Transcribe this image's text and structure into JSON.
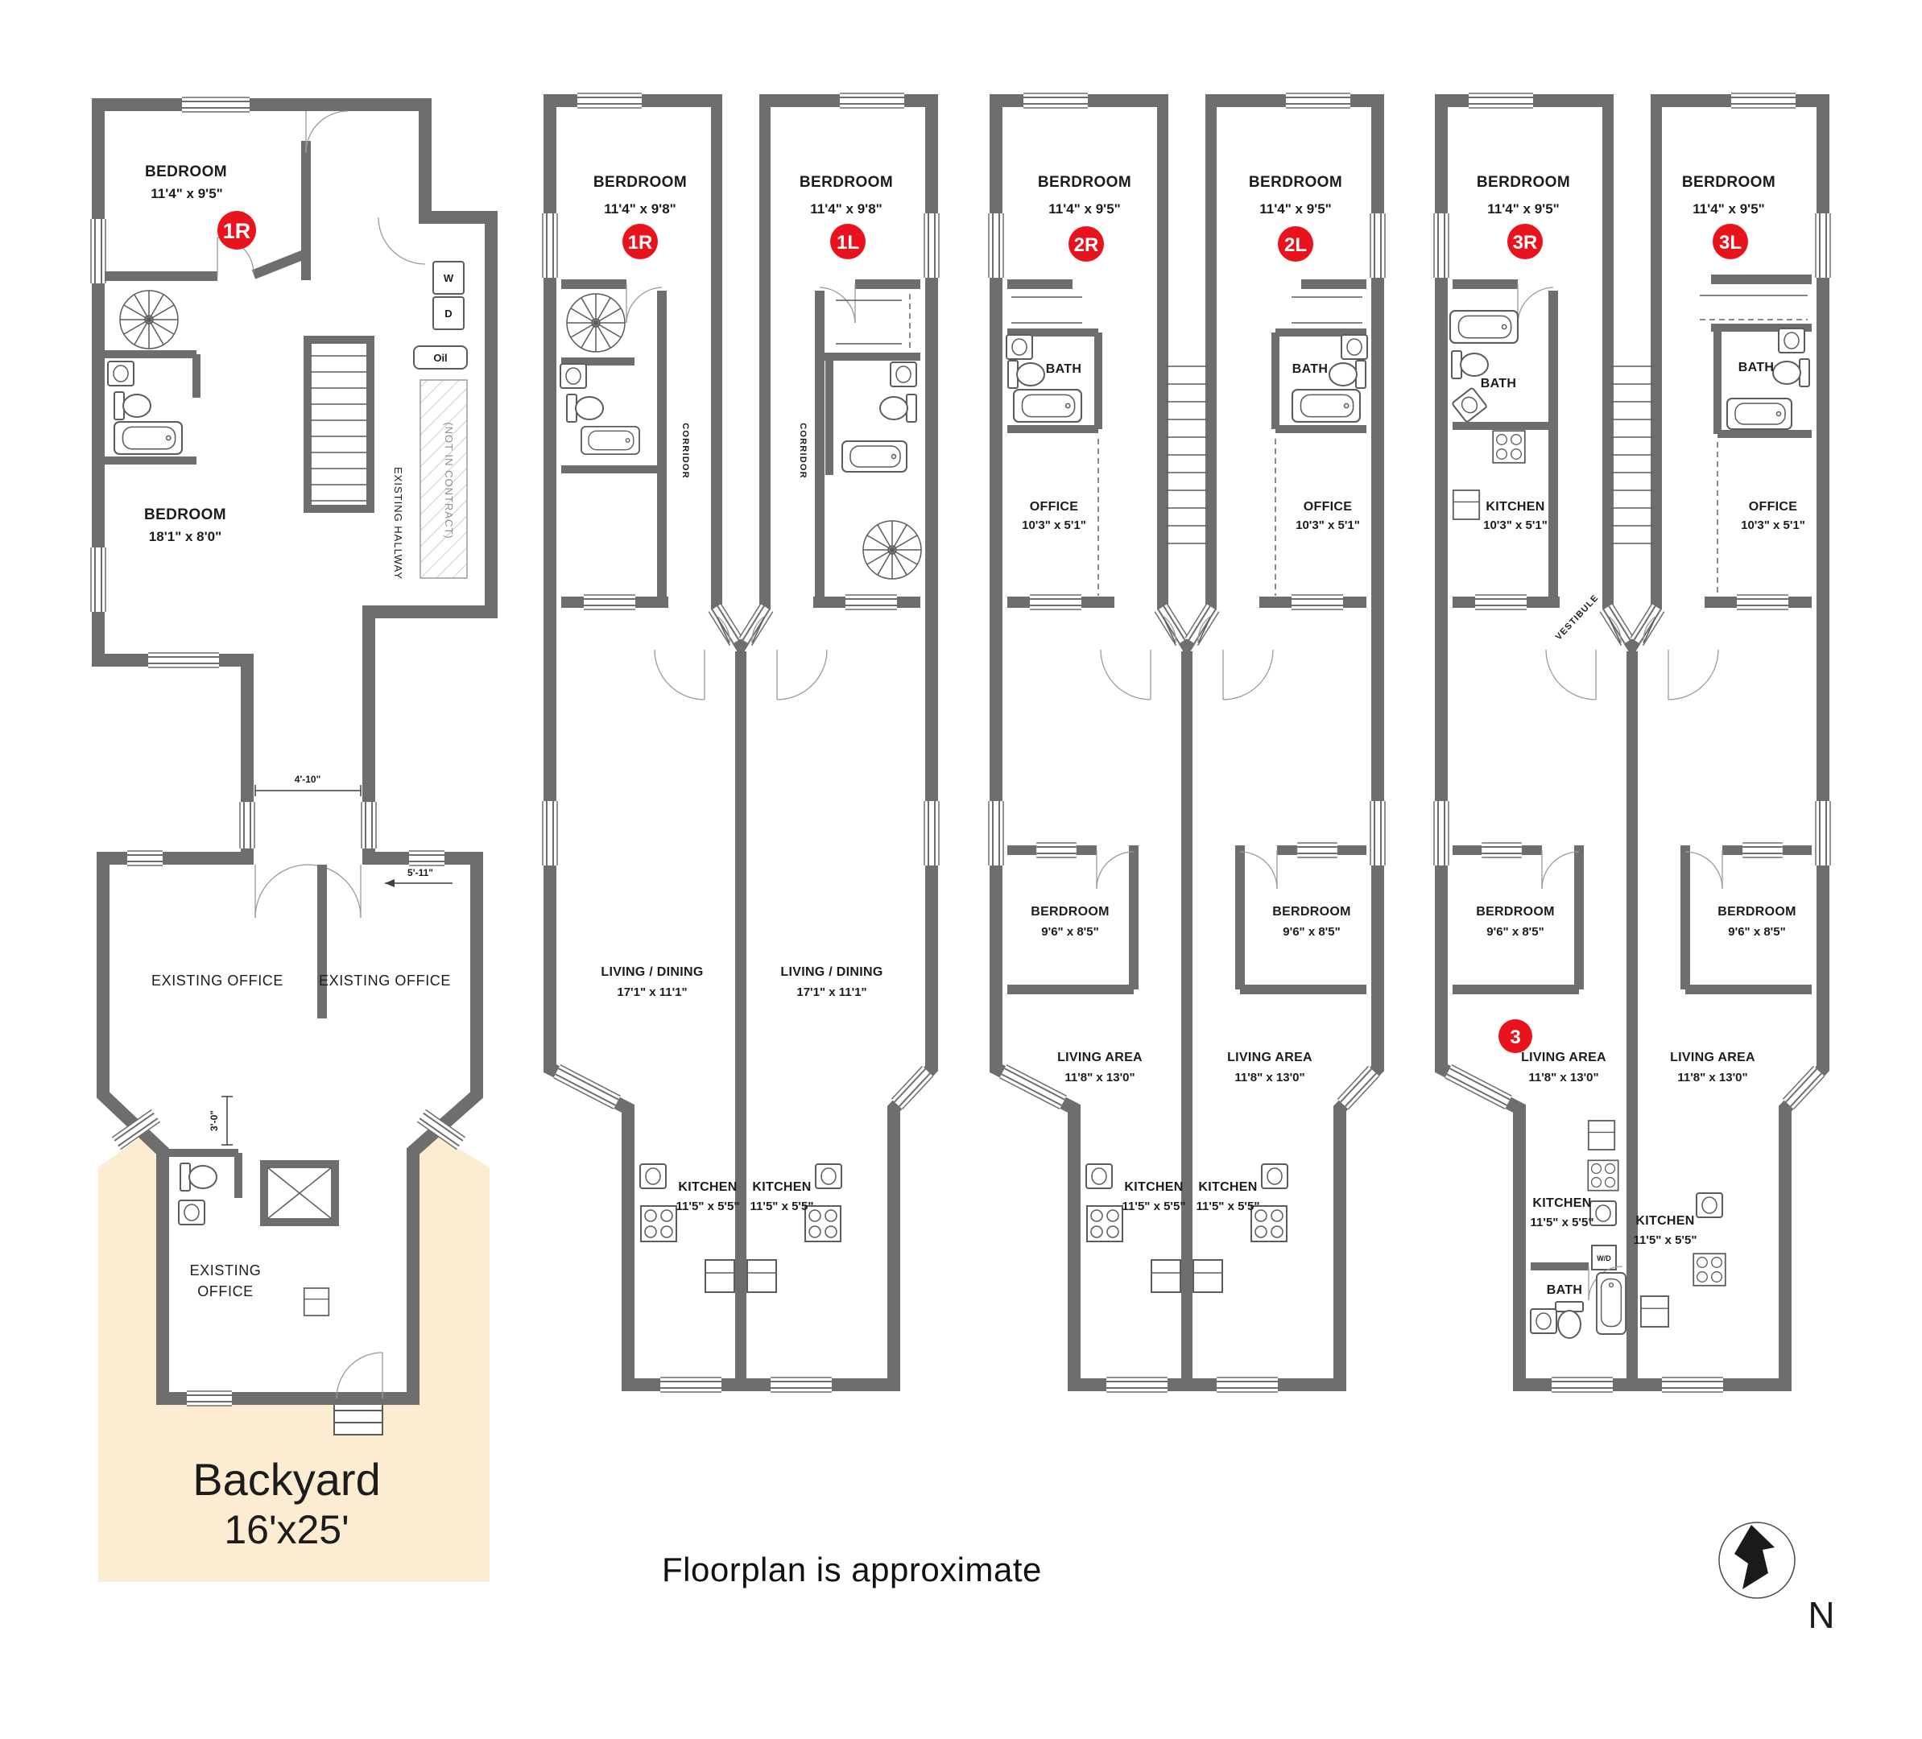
{
  "footnote": "Floorplan is approximate",
  "compass_n": "N",
  "colors": {
    "wall": "#6e6e6e",
    "badge": "#e8131d",
    "backyard": "#fcecd2"
  },
  "ground": {
    "badge": "1R",
    "bedroom1": "BEDROOM",
    "bedroom1_dims": "11'4\" x 9'5\"",
    "bedroom2": "BEDROOM",
    "bedroom2_dims": "18'1\" x 8'0\"",
    "hallway": "EXISTING HALLWAY",
    "not_in_contract": "(NOT IN CONTRACT)",
    "washer": "W",
    "dryer": "D",
    "oil": "Oil",
    "dim_passage": "4'-10\"",
    "dim_right": "5'-11\"",
    "dim_bath": "3'-0\"",
    "office_left": "EXISTING OFFICE",
    "office_right": "EXISTING OFFICE",
    "office_rear_1": "EXISTING",
    "office_rear_2": "OFFICE",
    "backyard_title": "Backyard",
    "backyard_size": "16'x25'"
  },
  "f1": {
    "left": {
      "badge": "1R",
      "bedroom": "BERDROOM",
      "bedroom_dims": "11'4\" x 9'8\"",
      "corridor": "CORRIDOR",
      "living": "LIVING / DINING",
      "living_dims": "17'1\" x 11'1\"",
      "kitchen": "KITCHEN",
      "kitchen_dims": "11'5\" x 5'5\""
    },
    "right": {
      "badge": "1L",
      "bedroom": "BERDROOM",
      "bedroom_dims": "11'4\" x 9'8\"",
      "corridor": "CORRIDOR",
      "living": "LIVING / DINING",
      "living_dims": "17'1\" x 11'1\"",
      "kitchen": "KITCHEN",
      "kitchen_dims": "11'5\" x 5'5\""
    }
  },
  "f2": {
    "left": {
      "badge": "2R",
      "bedroom": "BERDROOM",
      "bedroom_dims": "11'4\" x 9'5\"",
      "bath": "BATH",
      "office": "OFFICE",
      "office_dims": "10'3\" x 5'1\"",
      "bedroom2": "BERDROOM",
      "bedroom2_dims": "9'6\" x 8'5\"",
      "living": "LIVING AREA",
      "living_dims": "11'8\" x 13'0\"",
      "kitchen": "KITCHEN",
      "kitchen_dims": "11'5\" x 5'5\""
    },
    "right": {
      "badge": "2L",
      "bedroom": "BERDROOM",
      "bedroom_dims": "11'4\" x 9'5\"",
      "bath": "BATH",
      "office": "OFFICE",
      "office_dims": "10'3\" x 5'1\"",
      "bedroom2": "BERDROOM",
      "bedroom2_dims": "9'6\" x 8'5\"",
      "living": "LIVING AREA",
      "living_dims": "11'8\" x 13'0\"",
      "kitchen": "KITCHEN",
      "kitchen_dims": "11'5\" x 5'5\""
    }
  },
  "f3": {
    "vestibule": "VESTIBULE",
    "left": {
      "badge": "3R",
      "bedroom": "BERDROOM",
      "bedroom_dims": "11'4\" x 9'5\"",
      "bath": "BATH",
      "kitchen_upper": "KITCHEN",
      "kitchen_upper_dims": "10'3\" x 5'1\"",
      "bedroom2": "BERDROOM",
      "bedroom2_dims": "9'6\" x 8'5\"",
      "living_badge": "3",
      "living": "LIVING AREA",
      "living_dims": "11'8\" x 13'0\"",
      "kitchen": "KITCHEN",
      "kitchen_dims": "11'5\" x 5'5\"",
      "bath_lower": "BATH",
      "wd": "W/D"
    },
    "right": {
      "badge": "3L",
      "bedroom": "BERDROOM",
      "bedroom_dims": "11'4\" x 9'5\"",
      "bath": "BATH",
      "office": "OFFICE",
      "office_dims": "10'3\" x 5'1\"",
      "bedroom2": "BERDROOM",
      "bedroom2_dims": "9'6\" x 8'5\"",
      "living": "LIVING AREA",
      "living_dims": "11'8\" x 13'0\"",
      "kitchen": "KITCHEN",
      "kitchen_dims": "11'5\" x 5'5\""
    }
  }
}
